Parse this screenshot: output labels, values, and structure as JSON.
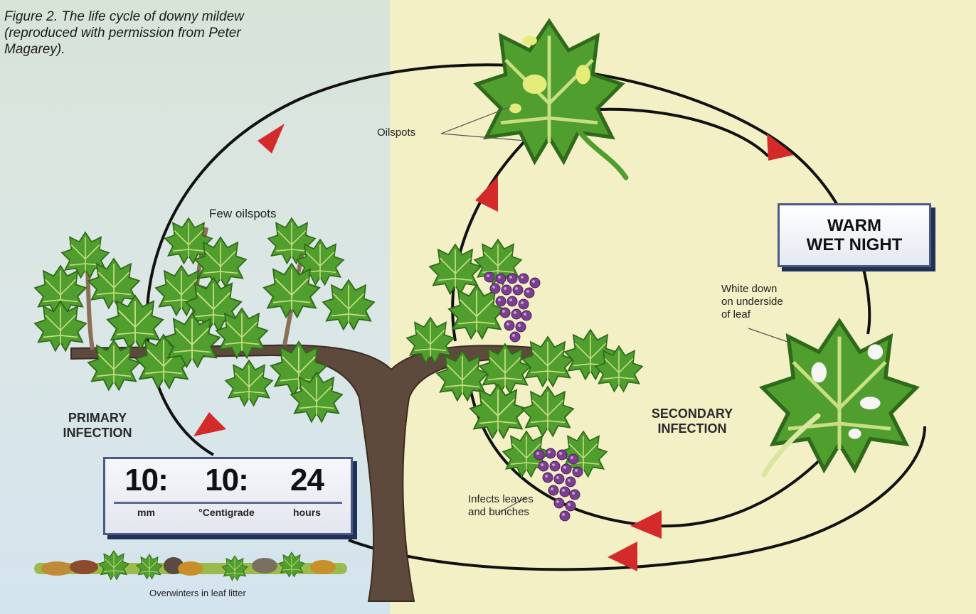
{
  "figure": {
    "caption": "Figure 2. The life cycle of downy mildew (reproduced with permission from Peter Magarey)."
  },
  "labels": {
    "oilspots": "Oilspots",
    "few_oilspots": "Few oilspots",
    "white_down": "White down on underside of leaf",
    "primary_infection": "PRIMARY INFECTION",
    "secondary_infection": "SECONDARY INFECTION",
    "infects": "Infects leaves and bunches",
    "overwinters": "Overwinters in leaf litter"
  },
  "warm_box": {
    "line1": "WARM",
    "line2": "WET NIGHT"
  },
  "conditions": [
    {
      "value": "10:",
      "unit": "mm"
    },
    {
      "value": "10:",
      "unit": "°Centigrade"
    },
    {
      "value": "24",
      "unit": "hours"
    }
  ],
  "colors": {
    "left_background": "#d8e4e6",
    "right_background": "#f3f0c6",
    "leaf_green": "#4f9e2e",
    "leaf_vein": "#d8e68a",
    "arrow_red": "#d42a2a",
    "trunk": "#5e4a3c",
    "grape_purple": "#7b3f8f",
    "box_border": "#4a5a86"
  }
}
